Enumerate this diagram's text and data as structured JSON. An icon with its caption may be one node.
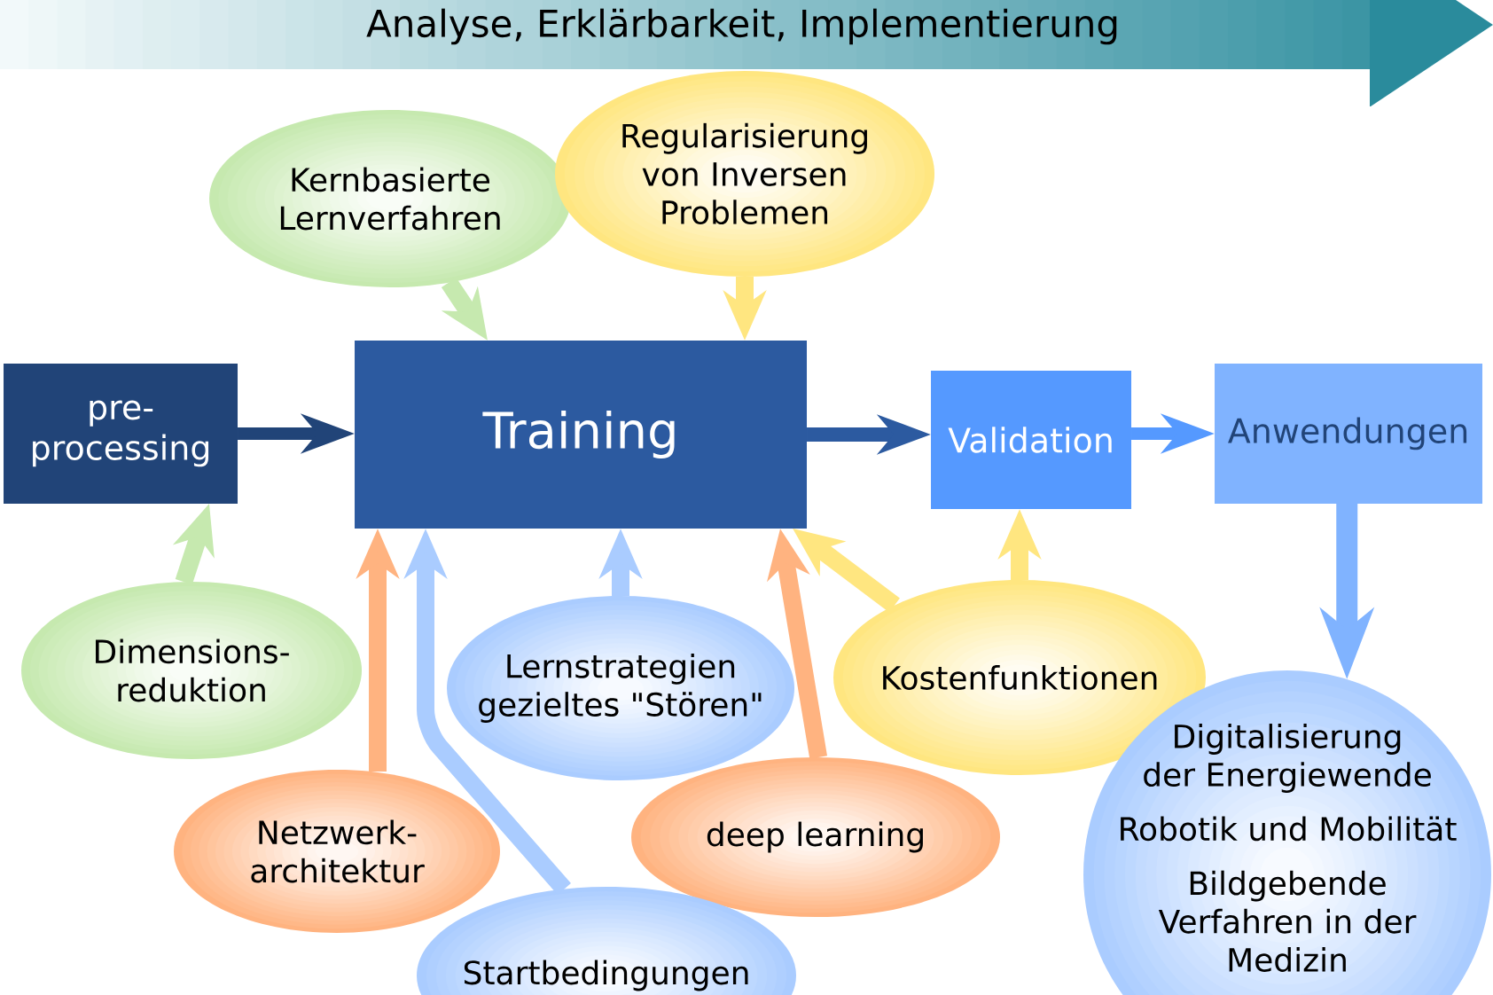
{
  "diagram": {
    "nodes": [
      {
        "text": [
          "Analyse, Erklärbarkeit, Implementierung"
        ]
      },
      {
        "text": [
          "Kernbasierte Lernverfahren"
        ]
      },
      {
        "text": [
          "Regularisierung von Inversen Problemen"
        ]
      },
      {
        "text": [
          "pre- processing"
        ]
      },
      {
        "text": [
          "Training"
        ]
      },
      {
        "text": [
          "Validation"
        ]
      },
      {
        "text": [
          "Anwendungen"
        ]
      },
      {
        "text": [
          "Dimensions- reduktion"
        ]
      },
      {
        "text": [
          "Lernstrategien gezieltes \"Stören\""
        ]
      },
      {
        "text": [
          "Kostenfunktionen"
        ]
      },
      {
        "text": [
          "Digitalisierung der Energiewende",
          "Robotik und Mobilität",
          "Bildgebende Verfahren in der Medizin"
        ]
      },
      {
        "text": [
          "Netzwerk- architektur"
        ]
      },
      {
        "text": [
          "deep learning"
        ]
      },
      {
        "text": [
          "Startbedingungen"
        ]
      }
    ],
    "edges": [
      {
        "from": 3,
        "to": 4,
        "arrow": "to",
        "color": "#214478"
      },
      {
        "from": 4,
        "to": 5,
        "arrow": "to",
        "color": "#2c5aa0"
      },
      {
        "from": 5,
        "to": 6,
        "arrow": "to",
        "color": "#5599ff"
      },
      {
        "from": 6,
        "to": 10,
        "arrow": "to",
        "color": "#80b3ff"
      },
      {
        "from": 1,
        "to": 4,
        "arrow": "to",
        "color": "#c6e9af"
      },
      {
        "from": 2,
        "to": 4,
        "arrow": "to",
        "color": "#ffe680"
      },
      {
        "from": 7,
        "to": 3,
        "arrow": "to",
        "color": "#c6e9af"
      },
      {
        "from": 8,
        "to": 4,
        "arrow": "to",
        "color": "#aaccff"
      },
      {
        "from": 9,
        "to": 4,
        "arrow": "to",
        "color": "#ffe680"
      },
      {
        "from": 9,
        "to": 5,
        "arrow": "to",
        "color": "#ffe680"
      },
      {
        "from": 11,
        "to": 4,
        "arrow": "to",
        "color": "#ffb380"
      },
      {
        "from": 12,
        "to": 4,
        "arrow": "to",
        "color": "#ffb380"
      },
      {
        "from": 13,
        "to": 4,
        "arrow": "to",
        "color": "#aaccff"
      }
    ]
  }
}
